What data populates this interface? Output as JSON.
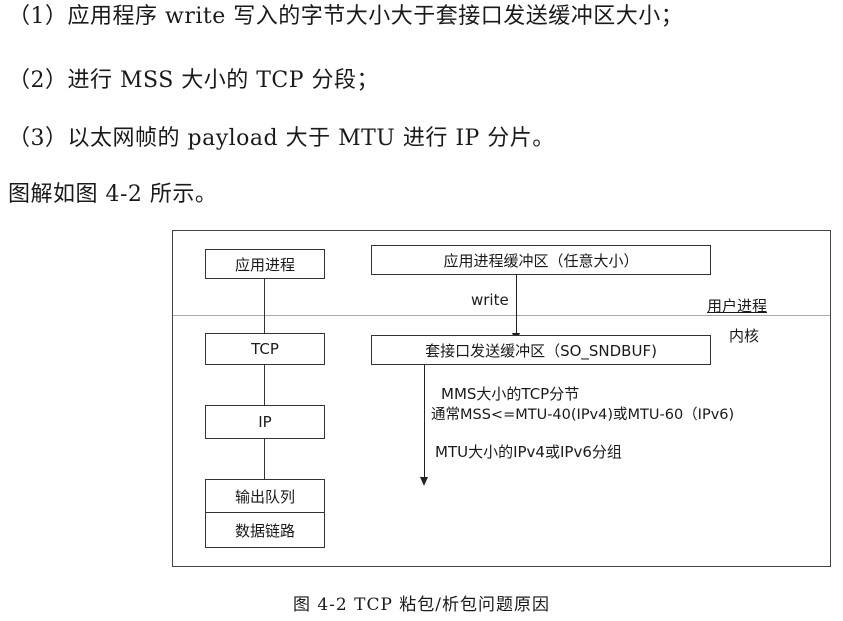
{
  "paragraphs": [
    "（1）应用程序 write 写入的字节大小大于套接口发送缓冲区大小；",
    "（2）进行 MSS 大小的 TCP 分段；",
    "（3）以太网帧的 payload 大于 MTU 进行 IP 分片。",
    "图解如图 4-2 所示。"
  ],
  "figure": {
    "left_stack": {
      "app_process": "应用进程",
      "tcp": "TCP",
      "ip": "IP",
      "output_queue": "输出队列",
      "data_link": "数据链路"
    },
    "right": {
      "app_buffer": "应用进程缓冲区（任意大小）",
      "write_label": "write",
      "user_process_label": "用户进程",
      "kernel_label": "内核",
      "socket_buffer": "套接口发送缓冲区（SO_SNDBUF)",
      "mss_segment_label": "MMS大小的TCP分节",
      "mss_formula_label": "通常MSS<=MTU-40(IPv4)或MTU-60（IPv6)",
      "mtu_packet_label": "MTU大小的IPv4或IPv6分组"
    },
    "caption": "图 4-2   TCP 粘包/析包问题原因"
  }
}
